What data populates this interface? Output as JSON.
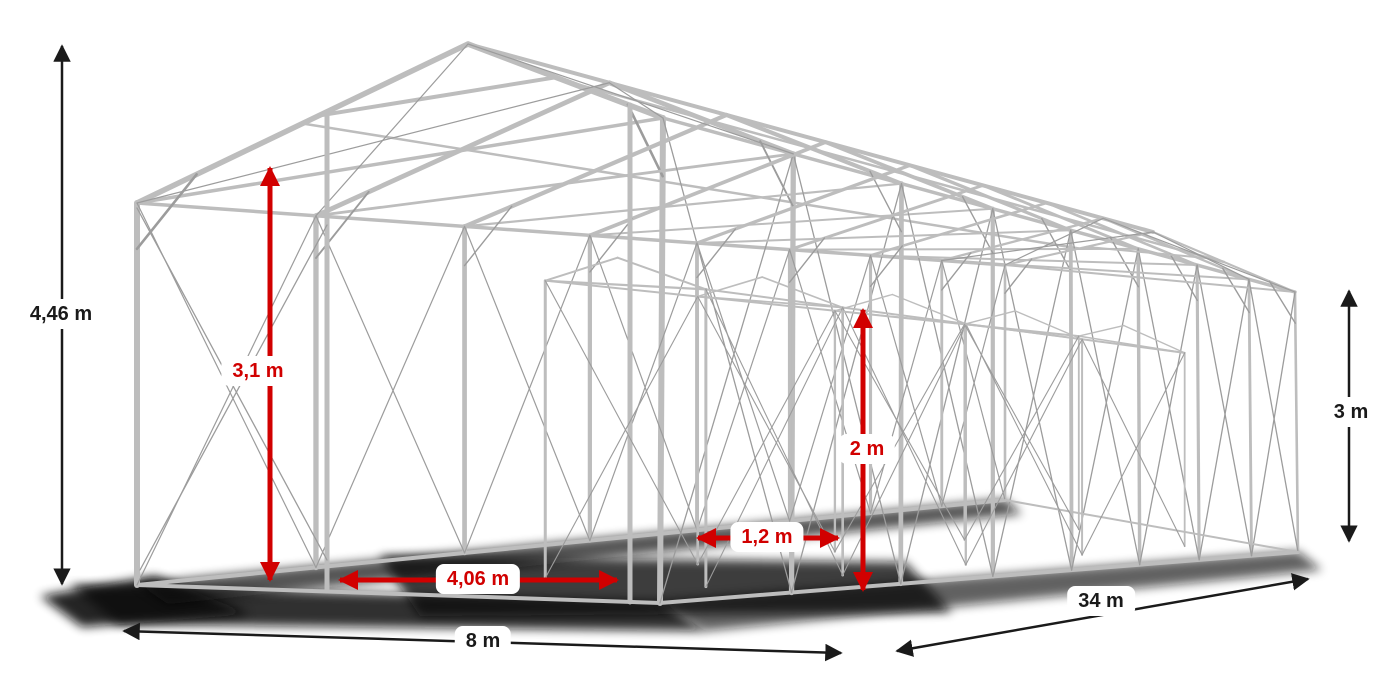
{
  "diagram": {
    "subject": "steel tent frame skeleton with dimension annotations",
    "colors": {
      "background": "#ffffff",
      "frame": "#bdbdbd",
      "frame_thin": "#9c9c9c",
      "shadow": "#111111",
      "overall_dim": "#1a1a1a",
      "detail_dim": "#d10000",
      "label_bg": "#ffffff"
    },
    "dimensions": {
      "ridge_height": "4,46 m",
      "door_height": "3,1 m",
      "front_width": "8 m",
      "door_width": "4,06 m",
      "passage_width": "1,2 m",
      "inner_height": "2 m",
      "length": "34 m",
      "side_height": "3 m"
    }
  }
}
